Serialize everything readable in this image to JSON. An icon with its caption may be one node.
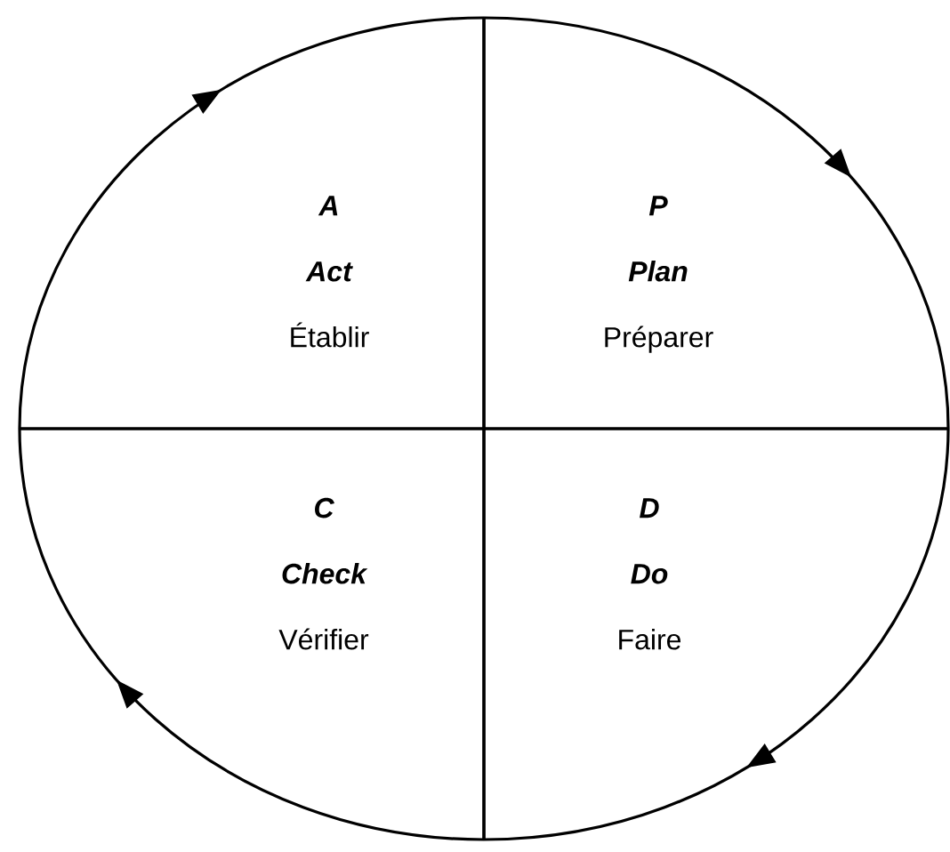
{
  "diagram": {
    "nodes": [
      {
        "text": [
          "A",
          "Act",
          "Établir"
        ]
      },
      {
        "text": [
          "P",
          "Plan",
          "Préparer"
        ]
      },
      {
        "text": [
          "C",
          "Check",
          "Vérifier"
        ]
      },
      {
        "text": [
          "D",
          "Do",
          "Faire"
        ]
      }
    ],
    "edges": [
      {
        "from": 1,
        "to": 3,
        "arrow": "to"
      },
      {
        "from": 3,
        "to": 2,
        "arrow": "to"
      },
      {
        "from": 2,
        "to": 0,
        "arrow": "to"
      },
      {
        "from": 0,
        "to": 1,
        "arrow": "to"
      }
    ]
  }
}
